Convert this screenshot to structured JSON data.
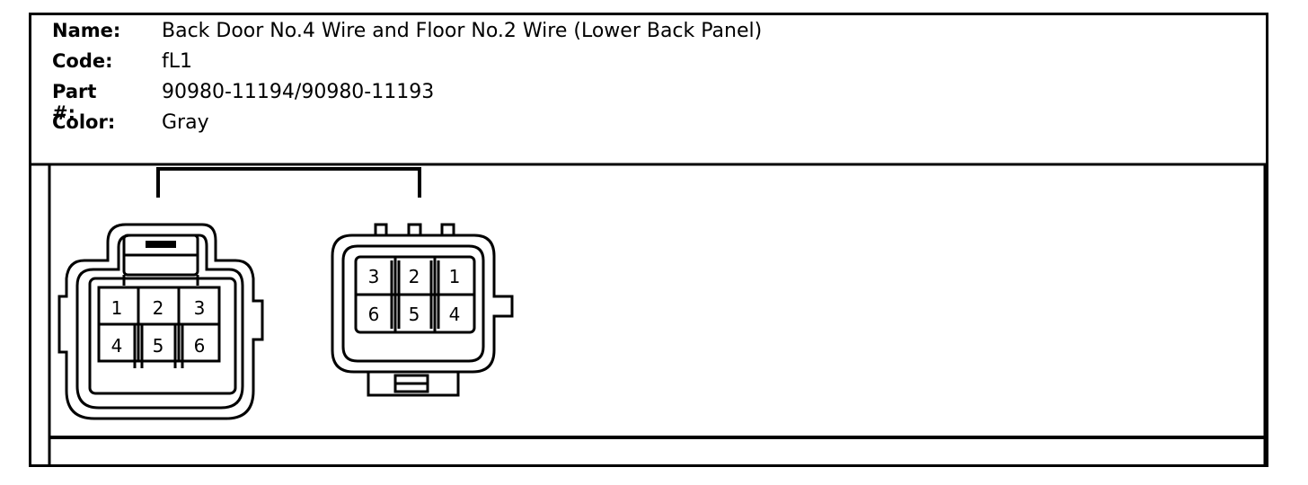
{
  "header": {
    "name_label": "Name:",
    "name_value": "Back Door No.4 Wire and Floor No.2 Wire (Lower Back Panel)",
    "code_label": "Code:",
    "code_value": "fL1",
    "part_label": "Part #:",
    "part_value": "90980-11194/90980-11193",
    "color_label": "Color:",
    "color_value": "Gray"
  },
  "connector_left": {
    "pins": [
      "1",
      "2",
      "3",
      "4",
      "5",
      "6"
    ]
  },
  "connector_right": {
    "pins": [
      "3",
      "2",
      "1",
      "6",
      "5",
      "4"
    ]
  }
}
